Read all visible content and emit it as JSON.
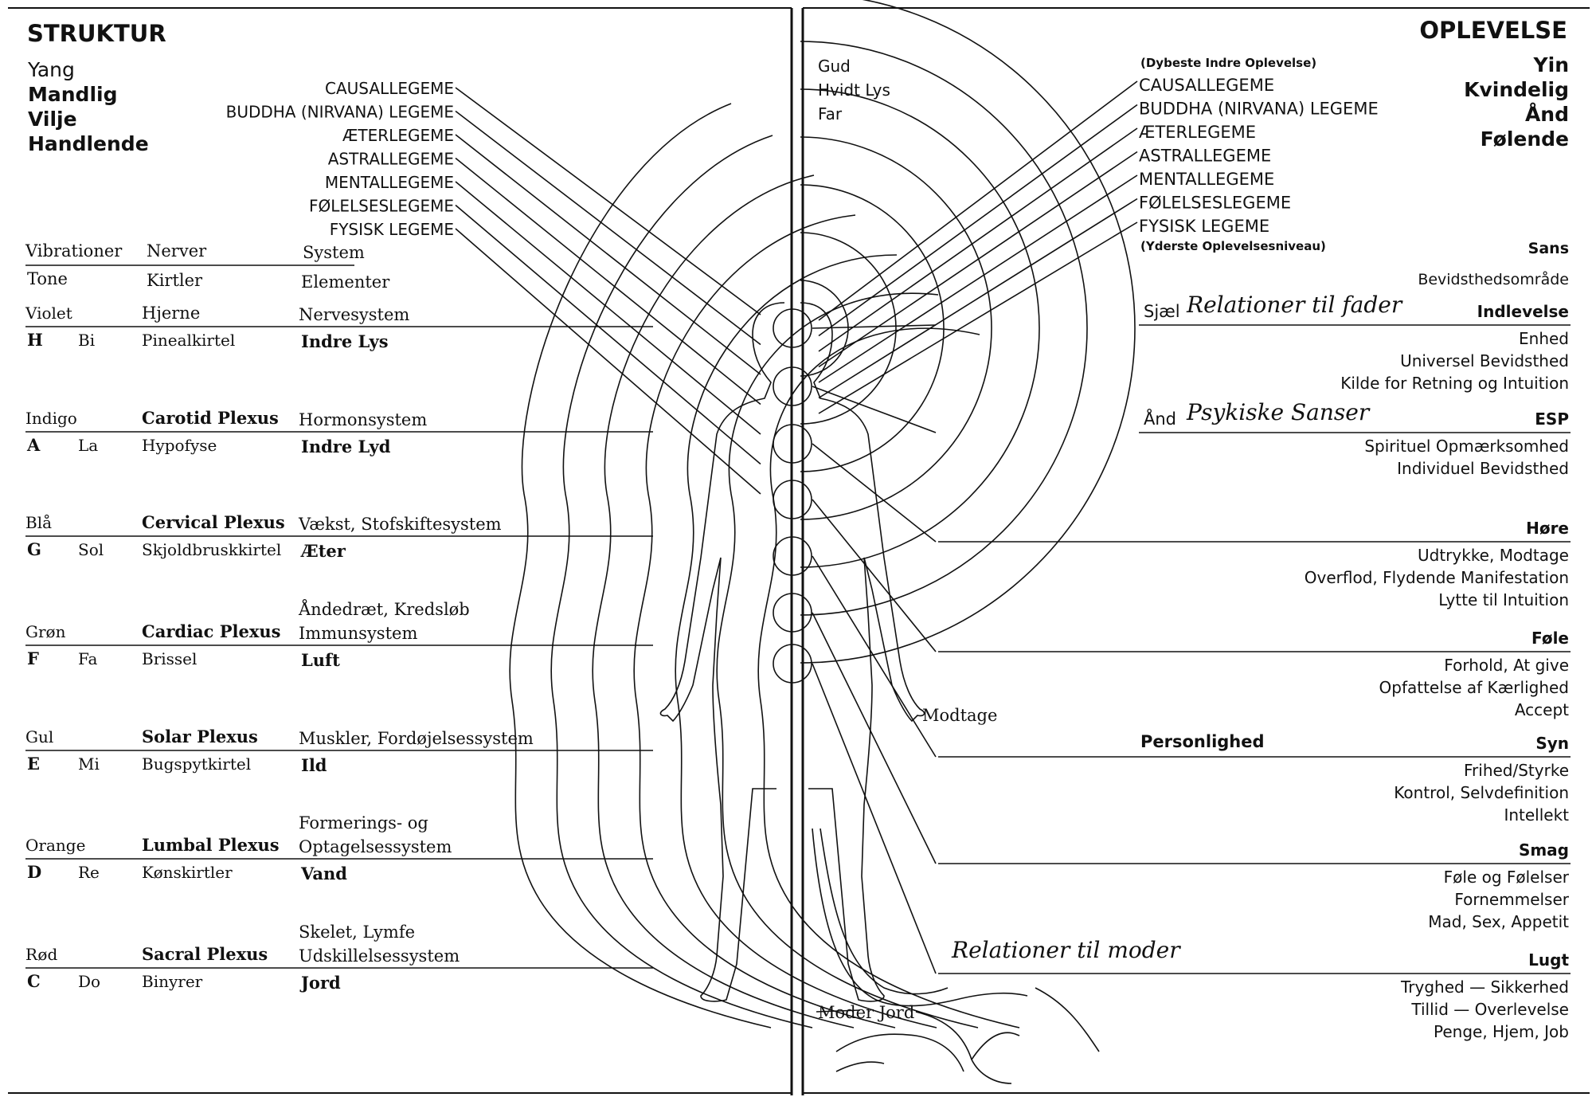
{
  "left": {
    "title": "STRUKTUR",
    "qualities": [
      "Yang",
      "Mandlig",
      "Vilje",
      "Handlende"
    ],
    "bodies": [
      "CAUSALLEGEME",
      "BUDDHA (NIRVANA) LEGEME",
      "ÆTERLEGEME",
      "ASTRALLEGEME",
      "MENTALLEGEME",
      "FØLELSESLEGEME",
      "FYSISK LEGEME"
    ],
    "header1": {
      "a": "Vibrationer",
      "b": "Nerver",
      "c": "System"
    },
    "header2": {
      "a": "Tone",
      "b": "Kirtler",
      "c": "Elementer"
    },
    "rows": [
      {
        "color": "Violet",
        "nerve": "Hjerne",
        "system": "Nervesystem",
        "tone": "H",
        "note": "Bi",
        "gland": "Pinealkirtel",
        "element": "Indre Lys",
        "system2": ""
      },
      {
        "color": "Indigo",
        "nerve": "Carotid Plexus",
        "system": "Hormonsystem",
        "tone": "A",
        "note": "La",
        "gland": "Hypofyse",
        "element": "Indre Lyd",
        "system2": ""
      },
      {
        "color": "Blå",
        "nerve": "Cervical Plexus",
        "system": "Vækst, Stofskiftesystem",
        "tone": "G",
        "note": "Sol",
        "gland": "Skjoldbruskkirtel",
        "element": "Æter",
        "system2": ""
      },
      {
        "color": "Grøn",
        "nerve": "Cardiac Plexus",
        "system": "Immunsystem",
        "tone": "F",
        "note": "Fa",
        "gland": "Brissel",
        "element": "Luft",
        "system2": "Åndedræt, Kredsløb"
      },
      {
        "color": "Gul",
        "nerve": "Solar Plexus",
        "system": "Muskler, Fordøjelsessystem",
        "tone": "E",
        "note": "Mi",
        "gland": "Bugspytkirtel",
        "element": "Ild",
        "system2": ""
      },
      {
        "color": "Orange",
        "nerve": "Lumbal Plexus",
        "system": "Optagelsessystem",
        "tone": "D",
        "note": "Re",
        "gland": "Kønskirtler",
        "element": "Vand",
        "system2": "Formerings- og"
      },
      {
        "color": "Rød",
        "nerve": "Sacral Plexus",
        "system": "Udskillelsessystem",
        "tone": "C",
        "note": "Do",
        "gland": "Binyrer",
        "element": "Jord",
        "system2": "Skelet, Lymfe"
      }
    ]
  },
  "right": {
    "title": "OPLEVELSE",
    "qualities": [
      "Yin",
      "Kvindelig",
      "Ånd",
      "Følende"
    ],
    "top_left": [
      "Gud",
      "Hvidt Lys",
      "Far"
    ],
    "inner_note": "(Dybeste Indre Oplevelse)",
    "bodies": [
      "CAUSALLEGEME",
      "BUDDHA (NIRVANA) LEGEME",
      "ÆTERLEGEME",
      "ASTRALLEGEME",
      "MENTALLEGEME",
      "FØLELSESLEGEME",
      "FYSISK LEGEME"
    ],
    "outer_note": "(Yderste Oplevelsesniveau)",
    "col_head1": "Sans",
    "col_head2": "Bevidsthedsområde",
    "sections": [
      {
        "label": "Sjæl",
        "hand": "Relationer til fader",
        "sense": "Indlevelse",
        "lines": [
          "Enhed",
          "Universel Bevidsthed",
          "Kilde for Retning og Intuition"
        ]
      },
      {
        "label": "Ånd",
        "hand": "Psykiske Sanser",
        "sense": "ESP",
        "lines": [
          "Spirituel Opmærksomhed",
          "Individuel Bevidsthed"
        ]
      },
      {
        "label": "",
        "hand": "",
        "sense": "Høre",
        "lines": [
          "Udtrykke, Modtage",
          "Overflod, Flydende Manifestation",
          "Lytte til Intuition"
        ]
      },
      {
        "label": "",
        "hand": "",
        "sense": "Føle",
        "lines": [
          "Forhold, At give",
          "Opfattelse af Kærlighed",
          "Accept"
        ]
      },
      {
        "label": "Personlighed",
        "hand": "",
        "sense": "Syn",
        "lines": [
          "Frihed/Styrke",
          "Kontrol, Selvdefinition",
          "Intellekt"
        ]
      },
      {
        "label": "",
        "hand": "",
        "sense": "Smag",
        "lines": [
          "Føle og Følelser",
          "Fornemmelser",
          "Mad, Sex, Appetit"
        ]
      },
      {
        "label": "",
        "hand": "Relationer til moder",
        "sense": "Lugt",
        "lines": [
          "Tryghed — Sikkerhed",
          "Tillid — Overlevelse",
          "Penge, Hjem, Job"
        ]
      }
    ],
    "modtage": "Modtage",
    "moder_jord": "Moder Jord"
  }
}
